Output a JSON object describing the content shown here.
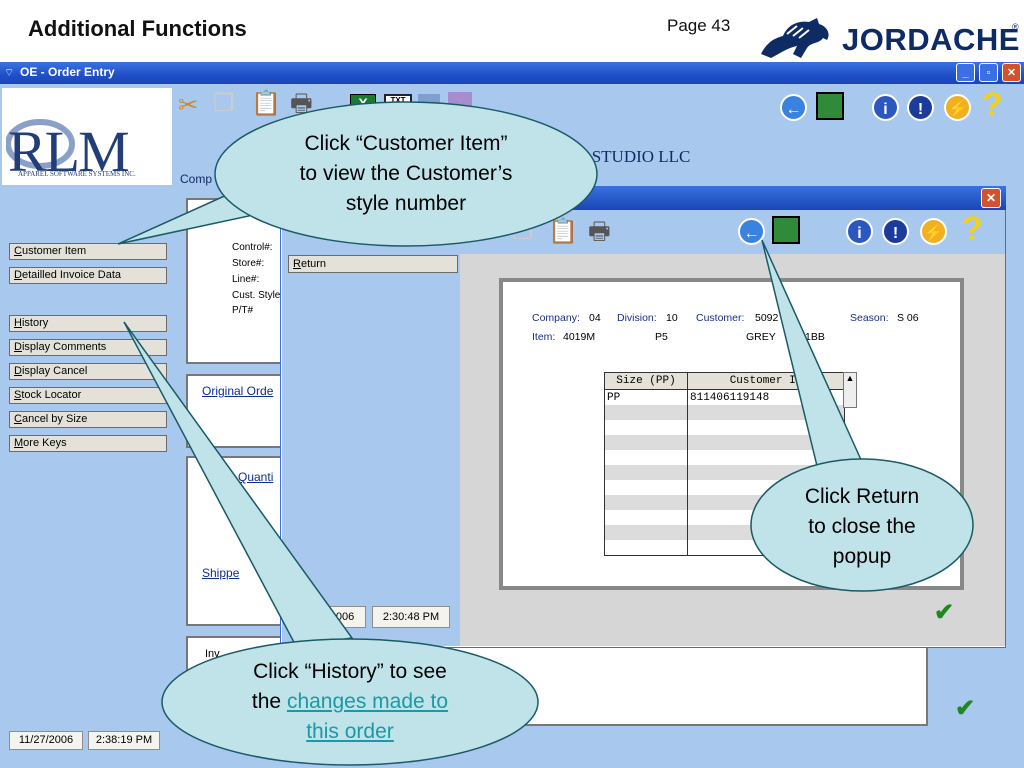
{
  "slide": {
    "title": "Additional Functions",
    "page": "Page 43",
    "brand": "JORDACHE",
    "reg_mark": "®"
  },
  "window": {
    "title": "OE - Order Entry",
    "minimize": "_",
    "maximize": "▫",
    "close": "✕"
  },
  "rlm": {
    "logo": "RLM",
    "tagline": "APPAREL SOFTWARE SYSTEMS INC."
  },
  "header": {
    "company_name": "S STUDIO LLC",
    "company_label": "Comp"
  },
  "sidebar": {
    "buttons": [
      {
        "key": "C",
        "rest": "ustomer Item"
      },
      {
        "key": "D",
        "rest": "etailled Invoice Data"
      },
      {
        "key": "H",
        "rest": "istory"
      },
      {
        "key": "D",
        "rest": "isplay Comments"
      },
      {
        "key": "D",
        "rest": "isplay Cancel"
      },
      {
        "key": "S",
        "rest": "tock Locator"
      },
      {
        "key": "C",
        "rest": "ancel by Size"
      },
      {
        "key": "M",
        "rest": "ore Keys"
      }
    ],
    "date": "11/27/2006",
    "time": "2:38:19 PM"
  },
  "order_panel": {
    "labels": [
      "Control#:",
      "Store#:",
      "Line#:",
      "Cust. Style",
      "P/T#"
    ],
    "original_order": "Original Orde",
    "quantity": "Quanti",
    "shipped": "Shippe",
    "inv": "Inv"
  },
  "popup": {
    "close": "✕",
    "return_key": "R",
    "return_rest": "eturn",
    "date": "2006",
    "time": "2:30:48 PM",
    "company_label": "Company:",
    "company_value": "04",
    "division_label": "Division:",
    "division_value": "10",
    "customer_label": "Customer:",
    "customer_value": "5092",
    "season_label": "Season:",
    "season_value": "S 06",
    "item_label": "Item:",
    "item_value": "4019M",
    "item_code": "P5",
    "item_color": "GREY",
    "item_extra": "1BB",
    "grid": {
      "headers": [
        "Size (PP)",
        "Customer It"
      ],
      "rows": [
        [
          "PP",
          "811406119148"
        ]
      ]
    }
  },
  "callouts": {
    "customer_item": [
      "Click “Customer Item”",
      "to view the Customer’s",
      "style number"
    ],
    "return": [
      "Click Return",
      "to close the",
      "popup"
    ],
    "history_line1": "Click “History” to see",
    "history_prefix": "the ",
    "history_link_1": "changes made to",
    "history_link_2": "this order"
  },
  "colors": {
    "window_blue": "#a8c8ee",
    "titlebar": "#1f4fc8",
    "callout_fill": "#bfe3e8",
    "callout_stroke": "#1a5a66",
    "link": "#1a9aa6"
  }
}
